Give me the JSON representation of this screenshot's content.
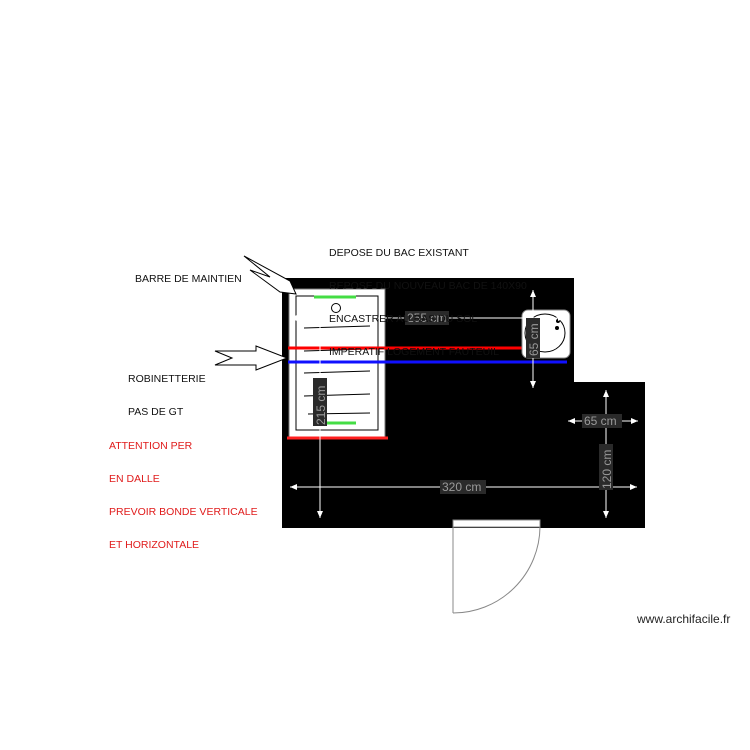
{
  "notes": {
    "bac": [
      "DEPOSE DU BAC EXISTANT",
      "REPOSE DU NOUVEAU BAC DE 140X90",
      "ENCASTRER AU RAS DU SOL",
      "IMPERATIF LOGEMENT FAUTEUIL"
    ],
    "barre": "BARRE DE MAINTIEN",
    "robinetterie": [
      "ROBINETTERIE",
      "PAS DE GT"
    ],
    "attention": [
      "ATTENTION PER",
      "EN DALLE",
      "PREVOIR BONDE VERTICALE",
      "ET HORIZONTALE"
    ]
  },
  "dimensions": {
    "width_top": "255 cm",
    "sink": "65 cm",
    "shower": "215 cm",
    "step_width": "65 cm",
    "step_height": "120 cm",
    "total_width": "320 cm"
  },
  "colors": {
    "floor": "#000000",
    "hot_water": "#ff0000",
    "cold_water": "#1010ff",
    "grab_bar": "#44dd44",
    "red_note": "#e01b1b"
  },
  "watermark": "www.archifacile.fr"
}
